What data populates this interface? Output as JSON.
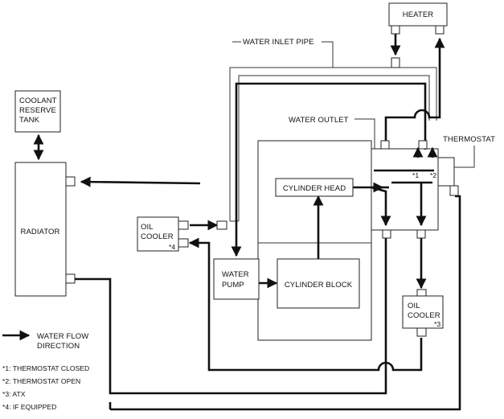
{
  "components": {
    "heater": "HEATER",
    "coolant_reserve_tank": [
      "COOLANT",
      "RESERVE",
      "TANK"
    ],
    "radiator": "RADIATOR",
    "oil_cooler_left": [
      "OIL",
      "COOLER",
      "*4"
    ],
    "water_pump": [
      "WATER",
      "PUMP"
    ],
    "cylinder_head": "CYLINDER HEAD",
    "cylinder_block": "CYLINDER BLOCK",
    "oil_cooler_right": [
      "OIL",
      "COOLER",
      "*3"
    ]
  },
  "callouts": {
    "water_inlet_pipe": "WATER INLET PIPE",
    "water_outlet": "WATER OUTLET",
    "thermostat": "THERMOSTAT",
    "mark_1": "*1",
    "mark_2": "*2"
  },
  "legend": {
    "arrow_label": [
      "WATER FLOW",
      "DIRECTION"
    ],
    "notes": [
      "*1: THERMOSTAT CLOSED",
      "*2: THERMOSTAT OPEN",
      "*3: ATX",
      "*4: IF EQUIPPED"
    ]
  }
}
